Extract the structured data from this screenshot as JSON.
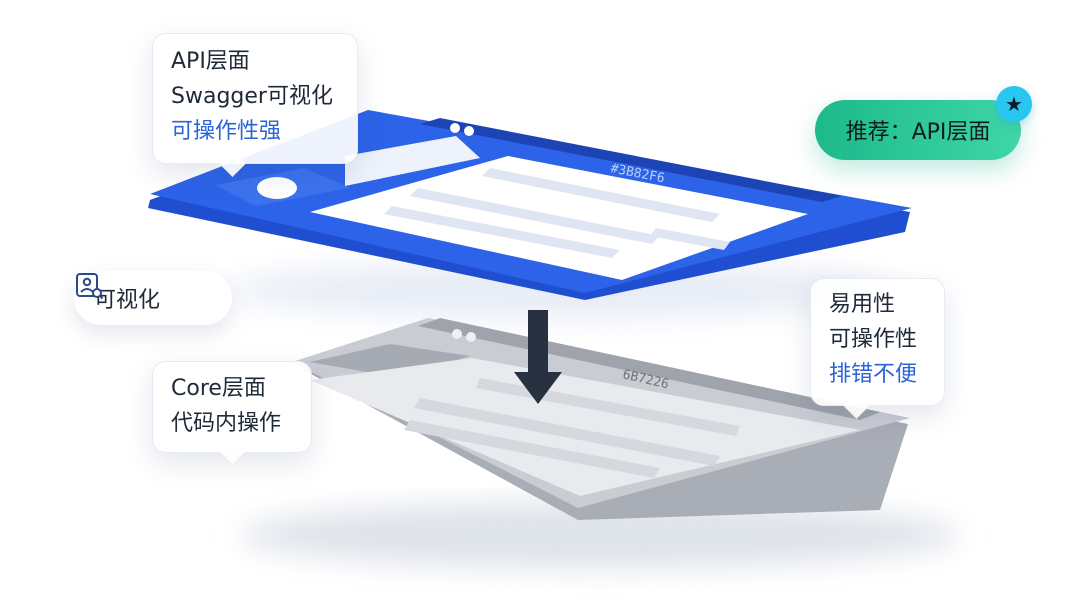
{
  "top_panel": {
    "color_label": "#3B82F6",
    "accent": "#2c63e8"
  },
  "bottom_panel": {
    "color_label": "6B7226"
  },
  "callout_api": {
    "line1": "API层面",
    "line2": "Swagger可视化",
    "line3": "可操作性强"
  },
  "callout_core": {
    "line1": "Core层面",
    "line2": "代码内操作"
  },
  "callout_right": {
    "line1": "易用性",
    "line2": "可操作性",
    "line3": "排错不便"
  },
  "chip_visual": {
    "label": "可视化",
    "icon": "visualize-icon"
  },
  "pill_recommend": {
    "label": "推荐：API层面",
    "badge_icon": "star-icon"
  },
  "colors": {
    "blue": "#2c63e8",
    "gray": "#c7cad1",
    "accent_text": "#2b63d9",
    "pill": "#22c08f",
    "badge": "#29c7ef"
  }
}
